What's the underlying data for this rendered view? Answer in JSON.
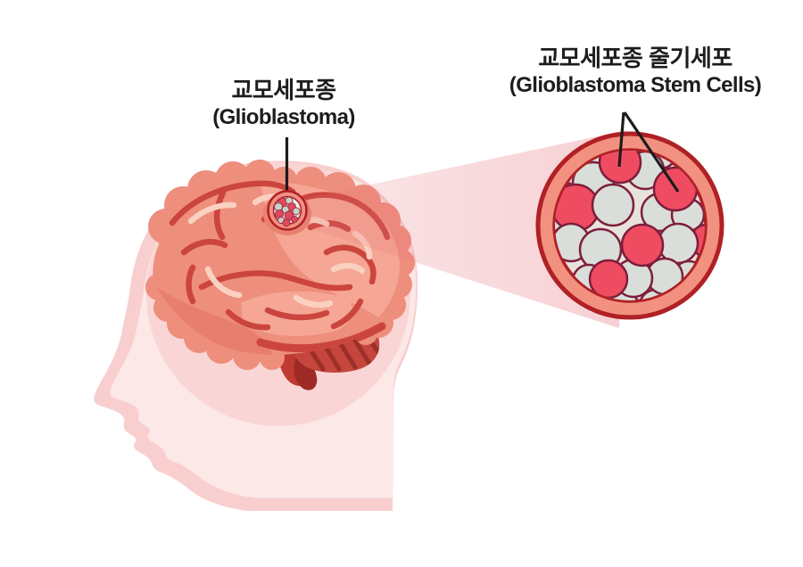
{
  "figure": {
    "description": "Medical illustration: human head profile with brain; a glioblastoma tumor site on top of the brain is magnified into a circular inset filled with tumor cells (gray) and glioblastoma stem cells (pink)."
  },
  "labels": {
    "glioblastoma": {
      "kr": "교모세포종",
      "en": "(Glioblastoma)"
    },
    "stem_cells": {
      "kr": "교모세포종 줄기세포",
      "en": "(Glioblastoma Stem Cells)"
    }
  },
  "colors": {
    "background": "#FFFFFF",
    "head_outer": "#F8CECE",
    "head_inner": "#FDE8E8",
    "halo": "#F9D6D5",
    "brain_base": "#EE8E7C",
    "brain_light": "#F5A694",
    "brain_dark_region": "#E87F6E",
    "gyri": "#CB453E",
    "gyri_highlight": "#FAD0C1",
    "cerebellum": "#C5463C",
    "cerebellum_stripe": "#9C2F27",
    "brainstem": "#BF3A31",
    "brainstem_tip": "#9E2A25",
    "tumor_mound": "#E8816F",
    "vessel_ring": "#F29180",
    "vessel_border": "#B02025",
    "inset_bg": "#E7E3DC",
    "cell_gray": "#D9DEDA",
    "cell_pink": "#EF4C62",
    "cell_outline": "#7E1E3B",
    "mcell_gray": "#C8D1CA",
    "mcell_pink": "#E0485E",
    "mcell_outline": "#9E3344",
    "beam_start": "rgba(230,115,125,0.16)",
    "beam_end": "rgba(230,115,125,0.34)",
    "leader_line": "#1C1C1C",
    "text": "#1D1D1D"
  }
}
